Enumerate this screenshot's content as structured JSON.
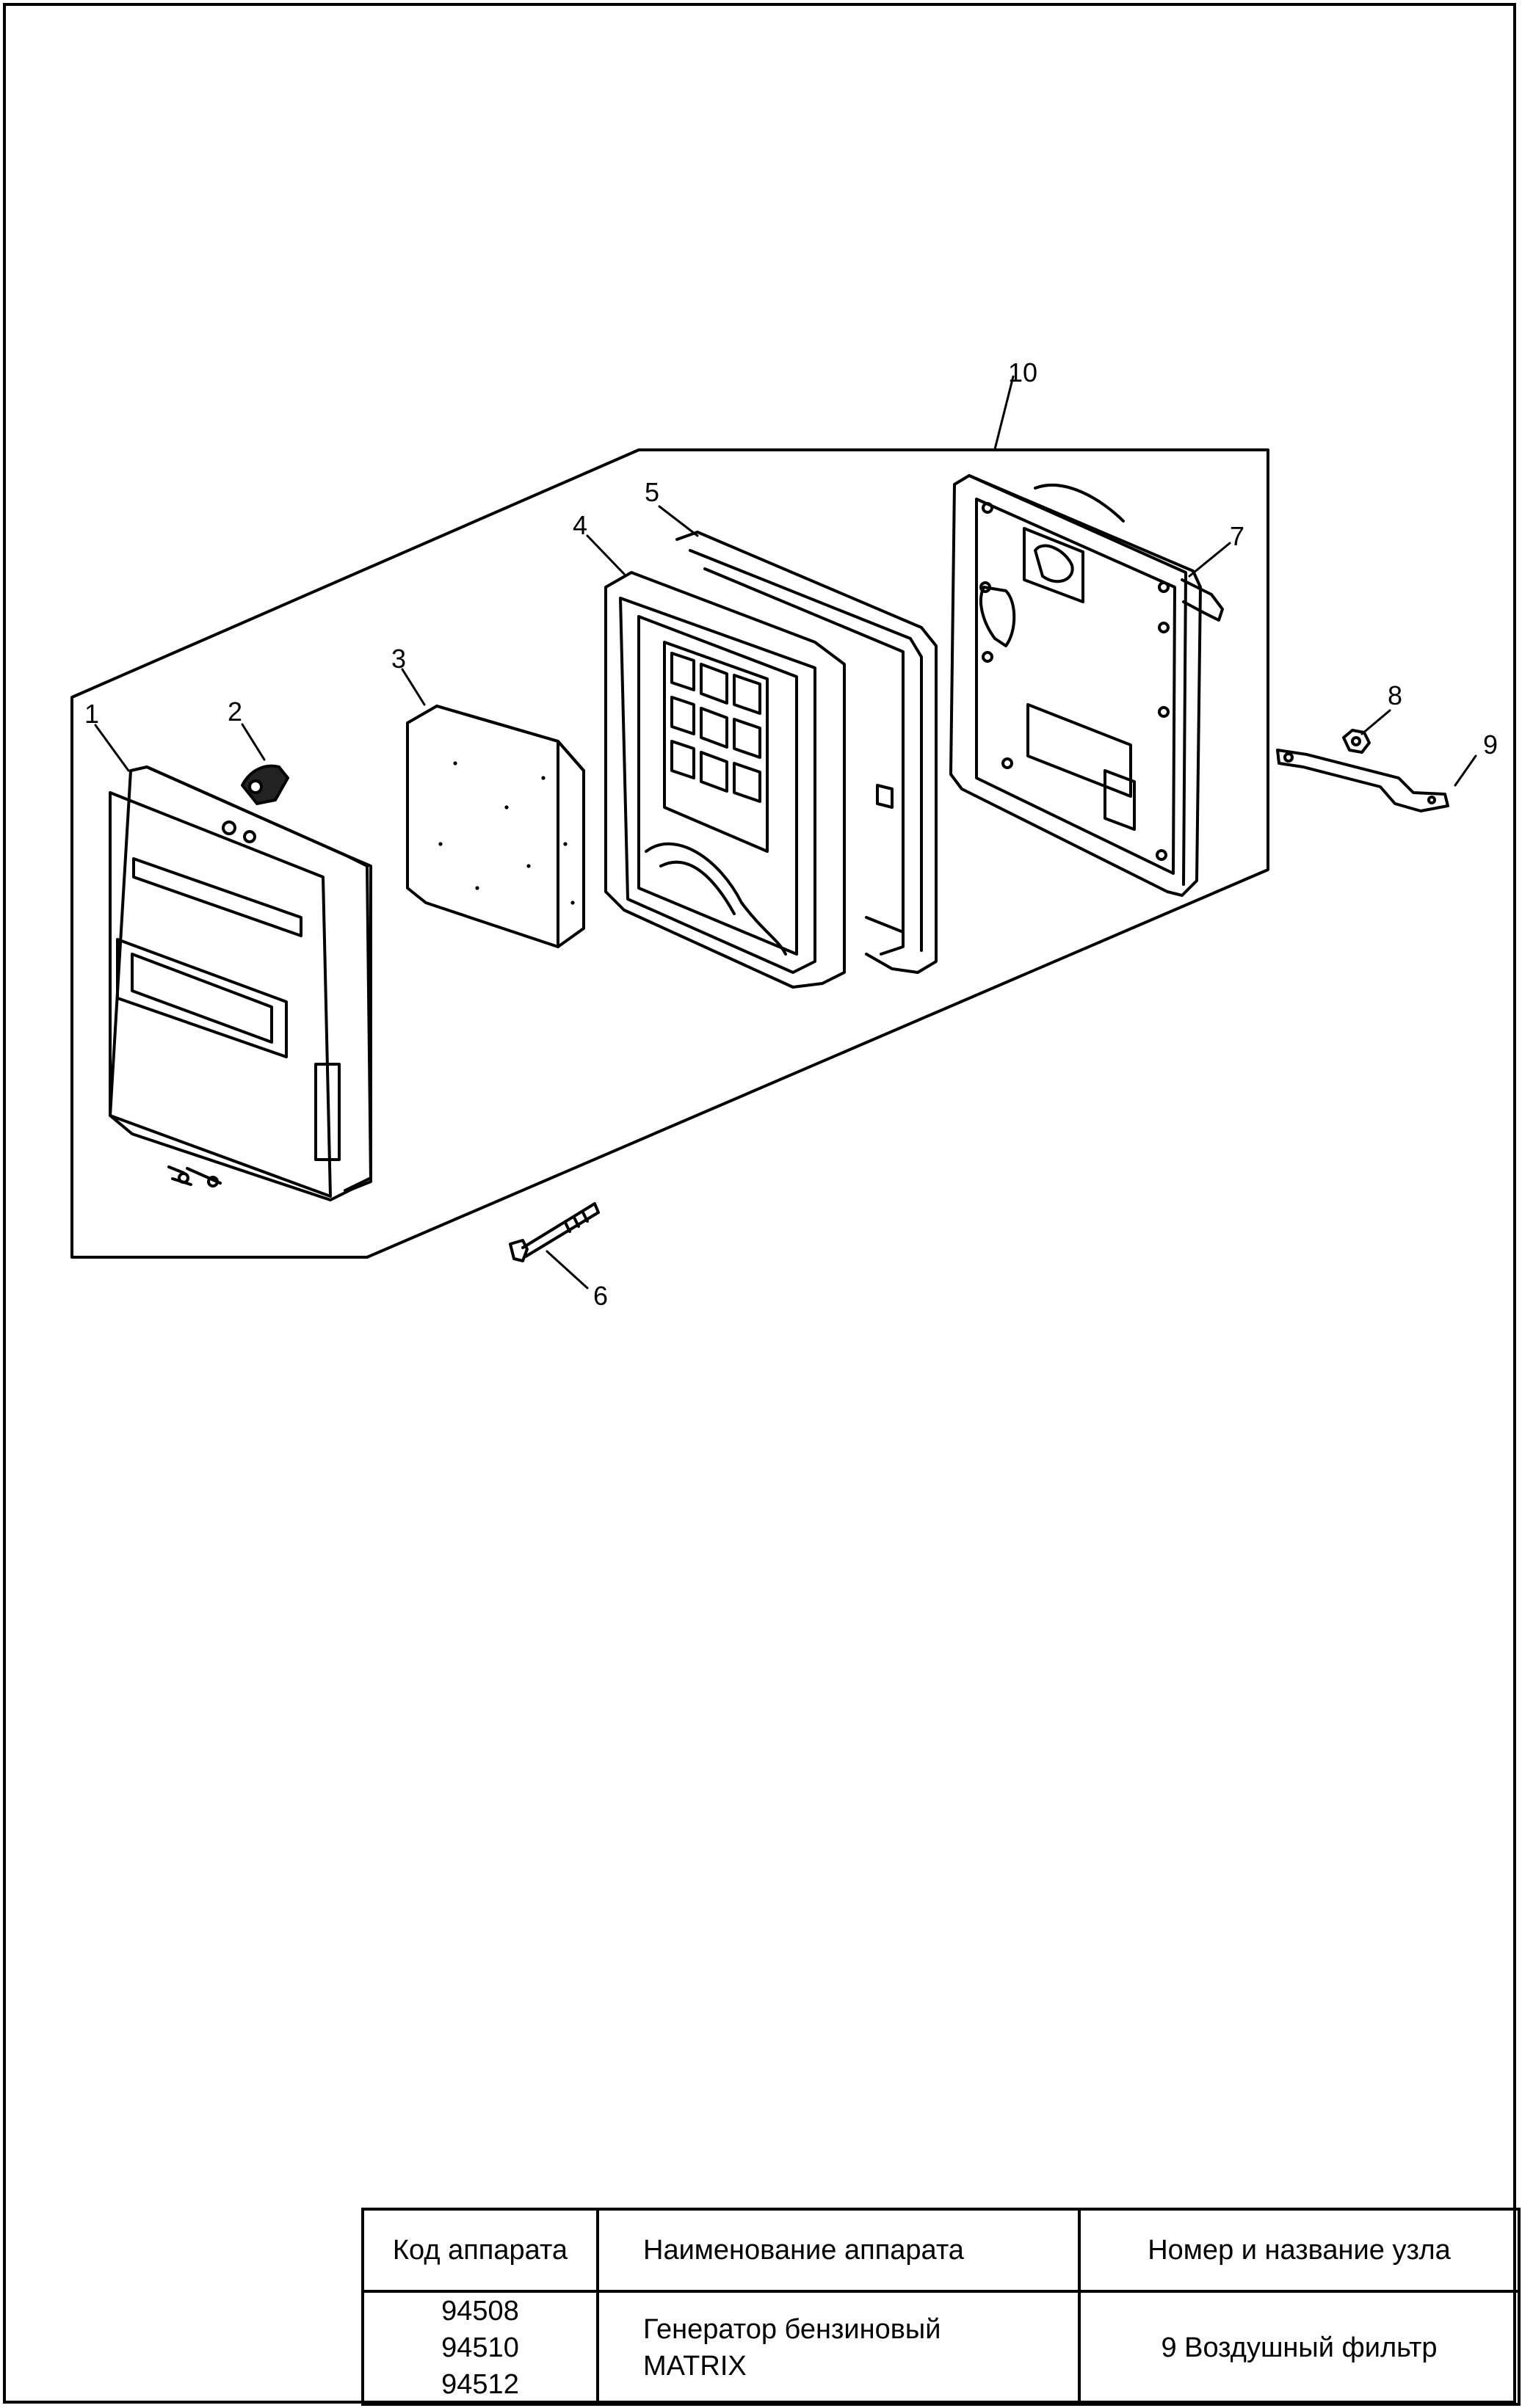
{
  "callouts": [
    "1",
    "2",
    "3",
    "4",
    "5",
    "6",
    "7",
    "8",
    "9",
    "10"
  ],
  "table": {
    "headers": {
      "code": "Код аппарата",
      "name": "Наименование аппарата",
      "node": "Номер и название узла"
    },
    "codes": [
      "94508",
      "94510",
      "94512"
    ],
    "device_name_line1": "Генератор бензиновый",
    "device_name_line2": "MATRIX",
    "node_name": "9 Воздушный фильтр"
  }
}
